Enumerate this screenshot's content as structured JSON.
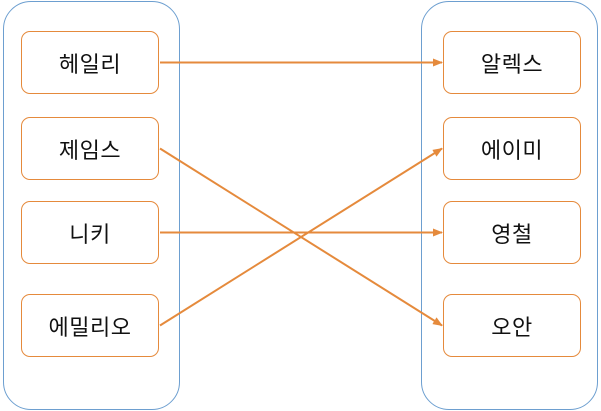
{
  "left_group": {
    "nodes": [
      {
        "label": "헤일리"
      },
      {
        "label": "제임스"
      },
      {
        "label": "니키"
      },
      {
        "label": "에밀리오"
      }
    ]
  },
  "right_group": {
    "nodes": [
      {
        "label": "알렉스"
      },
      {
        "label": "에이미"
      },
      {
        "label": "영철"
      },
      {
        "label": "오안"
      }
    ]
  },
  "connections": [
    {
      "from": "헤일리",
      "to": "알렉스"
    },
    {
      "from": "제임스",
      "to": "오안"
    },
    {
      "from": "니키",
      "to": "영철"
    },
    {
      "from": "에밀리오",
      "to": "에이미"
    }
  ],
  "colors": {
    "group_border": "#6d9fd0",
    "node_border": "#e58a3c",
    "arrow": "#e58a3c"
  }
}
